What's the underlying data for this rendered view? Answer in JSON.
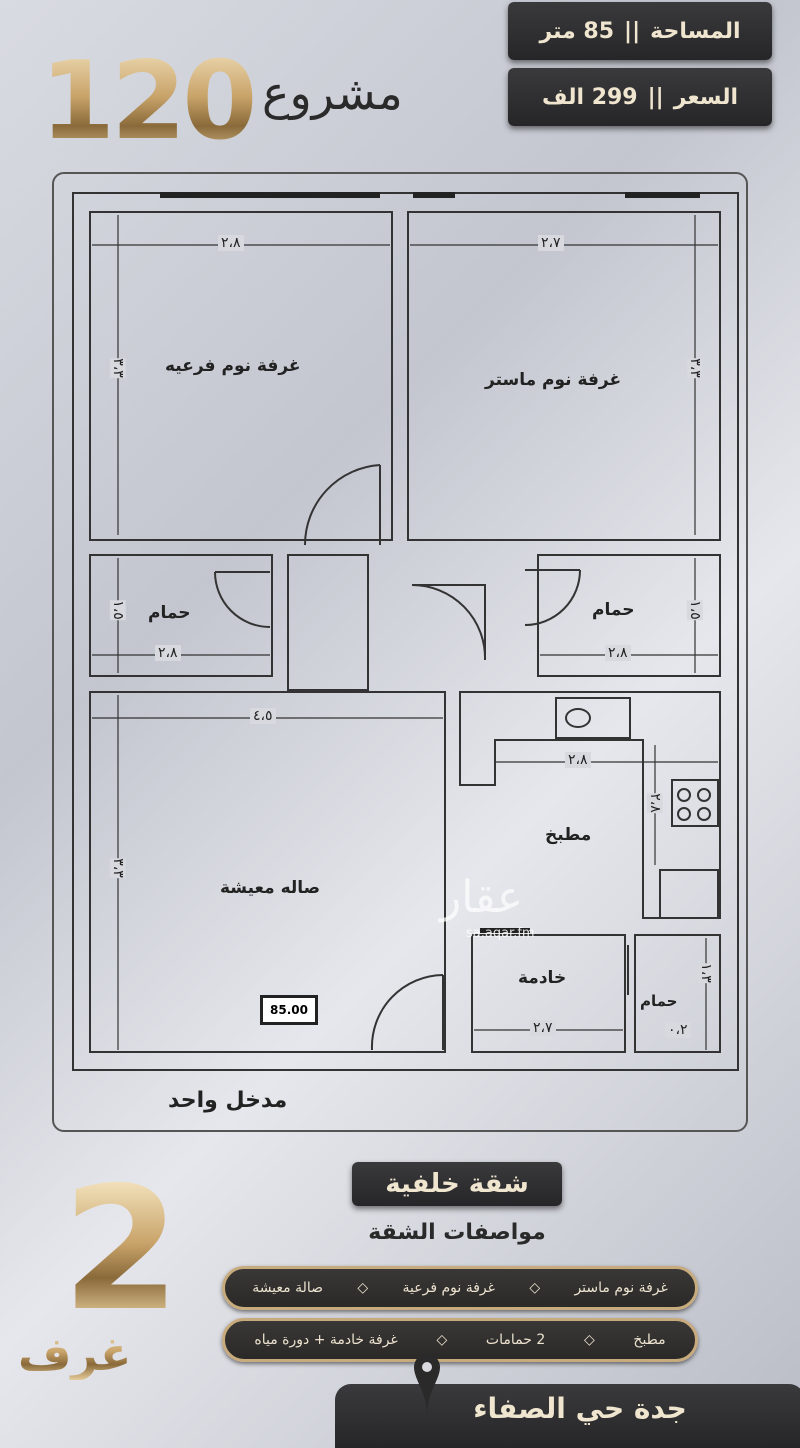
{
  "header": {
    "project_number": "120",
    "project_label": "مشروع",
    "area": {
      "label": "المساحة",
      "separator": "||",
      "value": "85 متر"
    },
    "price": {
      "label": "السعر",
      "separator": "||",
      "value": "299 الف"
    }
  },
  "floor_plan": {
    "rooms": {
      "secondary_bedroom": "غرفة نوم فرعيه",
      "master_bedroom": "غرفة نوم ماستر",
      "bathroom_left": "حمام",
      "bathroom_right": "حمام",
      "kitchen": "مطبخ",
      "living_room": "صاله معيشة",
      "maid_room": "خادمة",
      "bathroom_small": "حمام"
    },
    "dimensions": {
      "secondary_width": "٢،٨",
      "master_width": "٢،٧",
      "secondary_height": "٣،٣",
      "master_height": "٣،٣",
      "bath_left_height": "١،٥",
      "bath_left_width": "٢،٨",
      "bath_right_height": "١،٥",
      "bath_right_width": "٢،٨",
      "living_width": "٤،٥",
      "living_height": "٣،٣",
      "kitchen_width": "٢،٨",
      "kitchen_height": "٢،٨",
      "maid_width": "٢،٧",
      "small_bath_height": "١،٣",
      "small_bath_width": "٠،٢"
    },
    "area_tag": "85.00",
    "entrance": "مدخل واحد",
    "watermark": {
      "logo": "عقار",
      "url": "sa.aqar.fm"
    }
  },
  "footer": {
    "apartment_type": "شقة خلفية",
    "specs_title": "مواصفات الشقة",
    "rooms_count": "2",
    "rooms_label": "غرف",
    "features_row1": [
      "غرفة نوم ماستر",
      "غرفة نوم فرعية",
      "صالة معيشة"
    ],
    "features_row2": [
      "مطبخ",
      "2 حمامات",
      "غرفة خادمة + دورة مياه"
    ],
    "location": "جدة حي الصفاء",
    "location_icon": "map-pin-icon"
  },
  "colors": {
    "gold": "#c9a46a",
    "dark": "#2c2c2e",
    "wall": "#333333"
  }
}
